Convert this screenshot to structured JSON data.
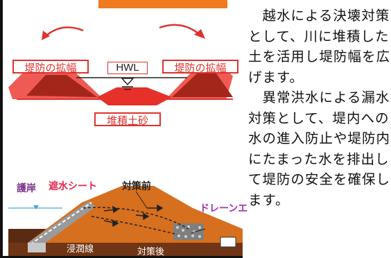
{
  "colors": {
    "accent_orange": "#f07a1e",
    "label_red": "#e0312b",
    "levee_dark": "#a4261a",
    "levee_red": "#e6302a",
    "soil_brown": "#5a2b12",
    "soil_orange": "#e2781f",
    "sheet_label_pink": "#e8234a",
    "drain_label_purple": "#a42fb0",
    "revetment_label_purple": "#7b2f8a"
  },
  "diagram_top": {
    "levee_widening_left": "堤防の拡幅",
    "levee_widening_right": "堤防の拡幅",
    "water_level": "HWL",
    "sediment": "堆積土砂"
  },
  "diagram_bottom": {
    "revetment": "護岸",
    "waterproof_sheet": "遮水シート",
    "before_measures": "対策前",
    "drain": "ドレーンエ",
    "saturation_line": "浸潤線",
    "after_measures": "対策後"
  },
  "text": {
    "paragraph1": "　越水による決壊対策として、川に堆積した土を活用し堤防幅を広げます。",
    "paragraph2": "　異常洪水による漏水対策として、堤内への水の進入防止や堤防内にたまった水を排出して堤防の安全を確保します。"
  }
}
